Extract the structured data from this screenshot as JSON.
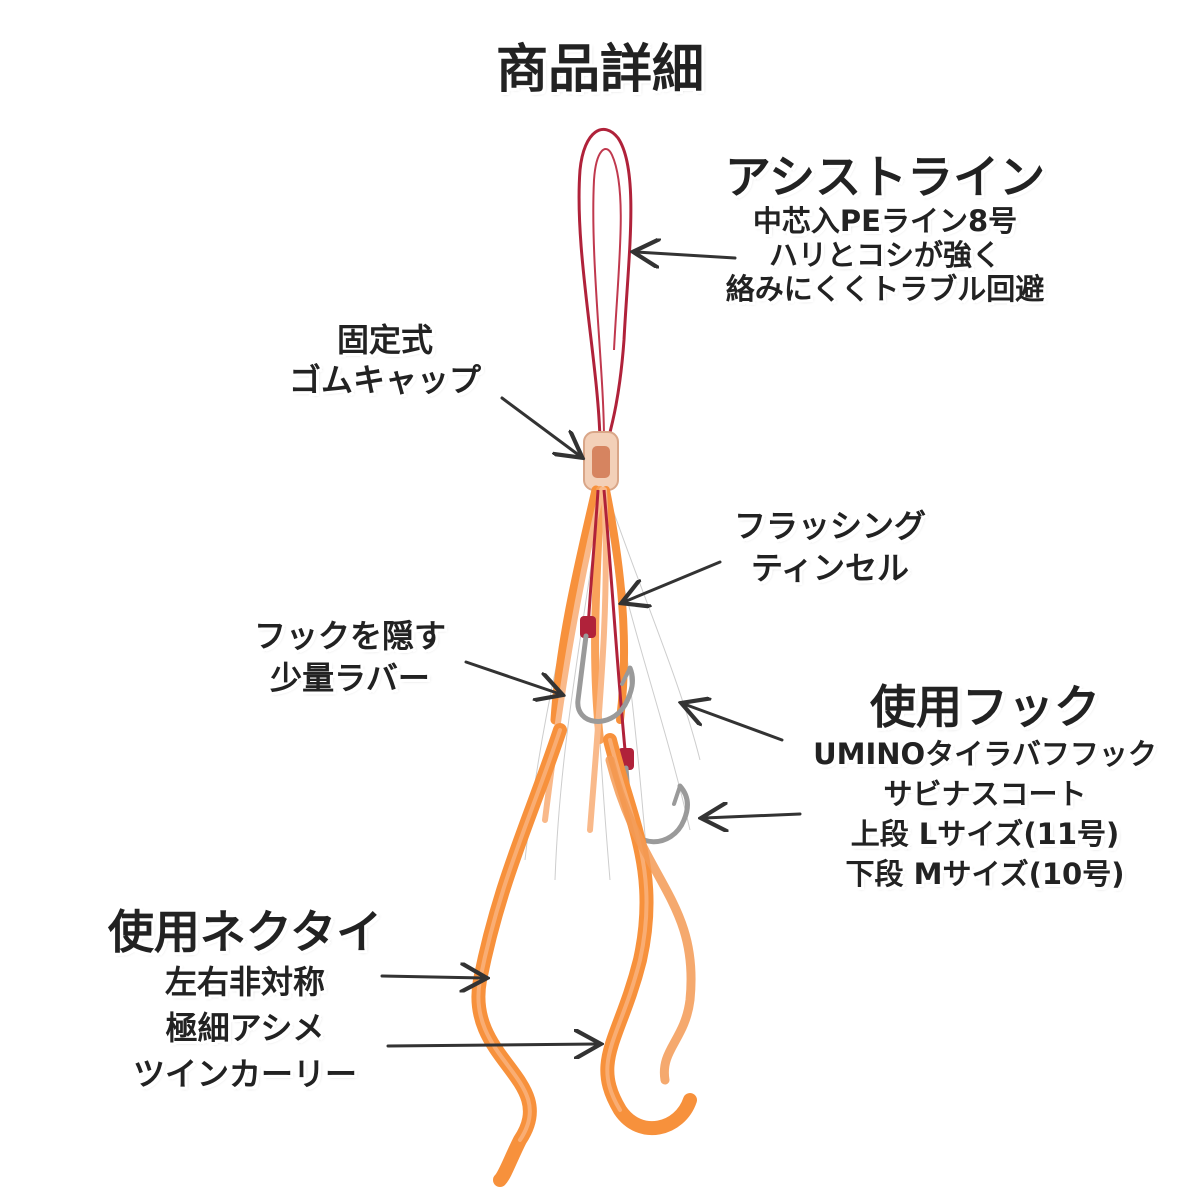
{
  "title": "商品詳細",
  "labels": {
    "assist": {
      "heading": "アシストライン",
      "lines": [
        "中芯入PEライン8号",
        "ハリとコシが強く",
        "絡みにくくトラブル回避"
      ]
    },
    "cap": {
      "lines": [
        "固定式",
        "ゴムキャップ"
      ]
    },
    "tinsel": {
      "lines": [
        "フラッシング",
        "ティンセル"
      ]
    },
    "rubber": {
      "lines": [
        "フックを隠す",
        "少量ラバー"
      ]
    },
    "hook": {
      "heading": "使用フック",
      "lines": [
        "UMINOタイラバフフック",
        "サビナスコート",
        "上段 Lサイズ(11号)",
        "下段 Mサイズ(10号)"
      ]
    },
    "necktie": {
      "heading": "使用ネクタイ",
      "lines": [
        "左右非対称",
        "極細アシメ",
        "ツインカーリー"
      ]
    }
  },
  "colors": {
    "background": "#ffffff",
    "text": "#222222",
    "line_red": "#b0223a",
    "skirt_orange": "#f7913c",
    "skirt_light": "#f9b98a",
    "hook_silver": "#9a9a9a",
    "arrow": "#333333"
  },
  "icons": [
    "arrow-icon"
  ]
}
